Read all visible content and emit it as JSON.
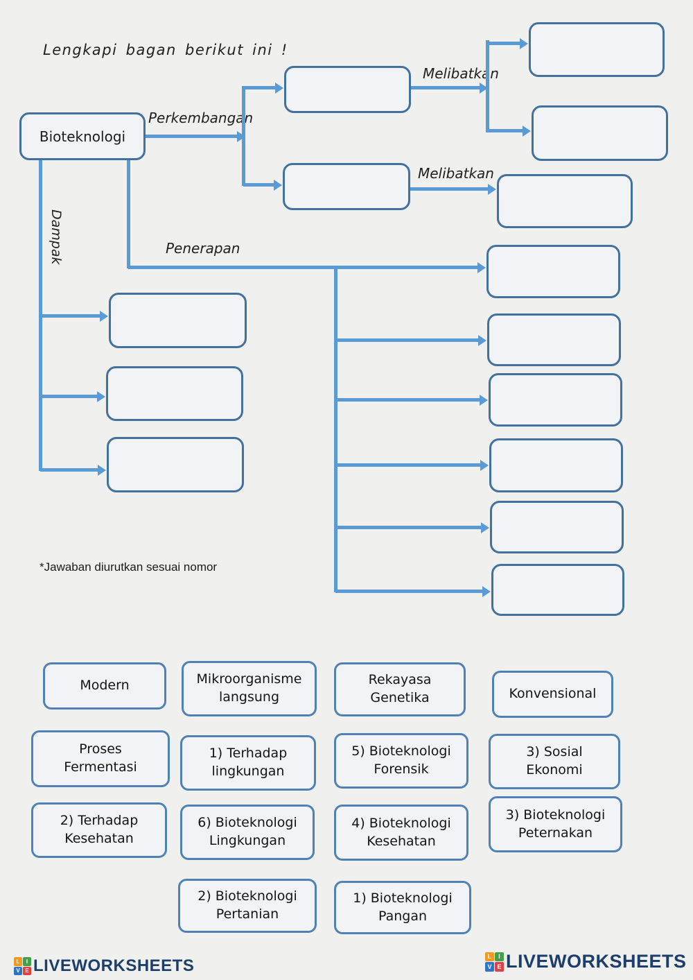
{
  "title": "Lengkapi bagan berikut ini !",
  "diagram": {
    "root_label": "Bioteknologi",
    "edge_labels": {
      "perkembangan": "Perkembangan",
      "melibatkan_1": "Melibatkan",
      "melibatkan_2": "Melibatkan",
      "penerapan": "Penerapan",
      "dampak": "Dampak"
    },
    "empty_slot_count": 14
  },
  "note": "*Jawaban diurutkan sesuai nomor",
  "answers": [
    {
      "line1": "Modern",
      "line2": ""
    },
    {
      "line1": "Mikroorganisme",
      "line2": "langsung"
    },
    {
      "line1": "Rekayasa",
      "line2": "Genetika"
    },
    {
      "line1": "Konvensional",
      "line2": ""
    },
    {
      "line1": "Proses",
      "line2": "Fermentasi"
    },
    {
      "line1": "1) Terhadap",
      "line2": "lingkungan"
    },
    {
      "line1": "5) Bioteknologi",
      "line2": "Forensik"
    },
    {
      "line1": "3) Sosial",
      "line2": "Ekonomi"
    },
    {
      "line1": "2) Terhadap",
      "line2": "Kesehatan"
    },
    {
      "line1": "6) Bioteknologi",
      "line2": "Lingkungan"
    },
    {
      "line1": "4) Bioteknologi",
      "line2": "Kesehatan"
    },
    {
      "line1": "3) Bioteknologi",
      "line2": "Peternakan"
    },
    {
      "line1": "2) Bioteknologi",
      "line2": "Pertanian"
    },
    {
      "line1": "1) Bioteknologi",
      "line2": "Pangan"
    }
  ],
  "footer": {
    "brand": "LIVEWORKSHEETS",
    "tiles": [
      "L",
      "I",
      "V",
      "E"
    ]
  },
  "colors": {
    "background": "#f0f0ee",
    "connector_blue": "#5b9bd5",
    "slot_border": "#41719c",
    "chip_border": "#4f81b5",
    "brand_navy": "#1d3e6b",
    "tile_orange": "#f2991f",
    "tile_green": "#43a047",
    "tile_blue": "#2e75c8",
    "tile_red": "#e23f44"
  }
}
